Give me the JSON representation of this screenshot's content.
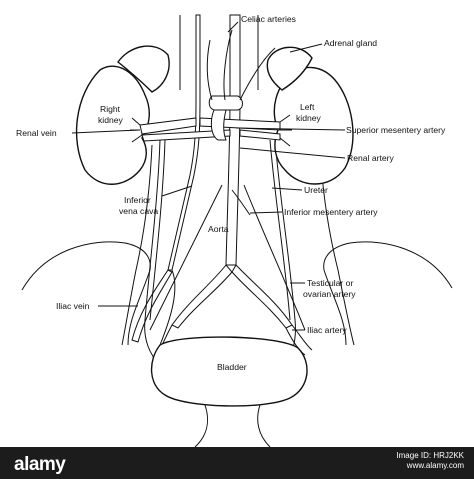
{
  "labels": {
    "celiac": "Celiac arteries",
    "adrenal": "Adrenal gland",
    "right_kidney_1": "Right",
    "right_kidney_2": "kidney",
    "left_kidney_1": "Left",
    "left_kidney_2": "kidney",
    "renal_vein": "Renal vein",
    "superior_mesentery": "Superior mesentery artery",
    "renal_artery": "Renal artery",
    "ureter": "Ureter",
    "inferior_vena_cava_1": "Inferior",
    "inferior_vena_cava_2": "vena cava",
    "inferior_mesentery": "Inferior mesentery artery",
    "aorta": "Aorta",
    "testicular_1": "Testicular or",
    "testicular_2": "ovarian artery",
    "iliac_vein": "Iliac vein",
    "iliac_artery": "Iliac artery",
    "bladder": "Bladder"
  },
  "watermark": {
    "logo": "alamy",
    "image_id_label": "Image ID: HRJ2KK",
    "site": "www.alamy.com"
  }
}
